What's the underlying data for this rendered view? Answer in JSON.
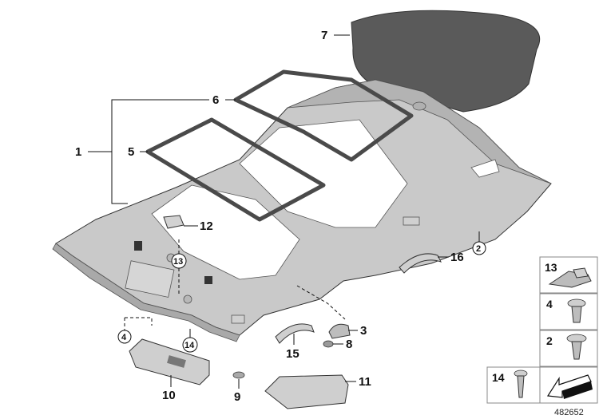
{
  "callouts": {
    "c1": "1",
    "c2": "2",
    "c3": "3",
    "c4": "4",
    "c5": "5",
    "c6": "6",
    "c7": "7",
    "c8": "8",
    "c9": "9",
    "c10": "10",
    "c11": "11",
    "c12": "12",
    "c13": "13",
    "c14": "14",
    "c15": "15",
    "c16": "16"
  },
  "legend": {
    "items": [
      "13",
      "4",
      "2",
      "14"
    ]
  },
  "document_number": "482652",
  "colors": {
    "headliner": "#c9c9c9",
    "headliner_shadow": "#a9a9a9",
    "panel": "#5a5a5a",
    "seal": "#4a4a4a",
    "visor": "#cfcfcf"
  }
}
